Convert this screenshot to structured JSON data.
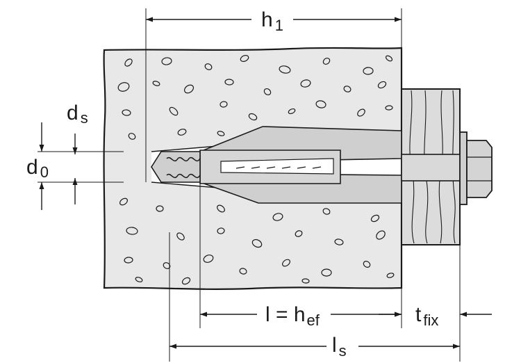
{
  "labels": {
    "h1": {
      "main": "h",
      "sub": "1"
    },
    "ds": {
      "main": "d",
      "sub": "s"
    },
    "d0": {
      "main": "d",
      "sub": "0"
    },
    "l_hef": {
      "main": "l = h",
      "sub": "ef"
    },
    "tfix": {
      "main": "t",
      "sub": "fix"
    },
    "ls": {
      "main": "l",
      "sub": "s"
    }
  },
  "colors": {
    "line": "#1a1a1a",
    "concrete": "#e8e8e8",
    "wood": "#dcdcdc",
    "metal": "#cfcfcf",
    "background": "#ffffff"
  }
}
